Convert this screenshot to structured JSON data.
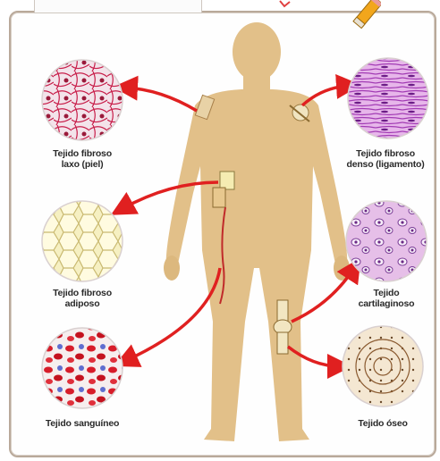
{
  "labels": {
    "loose": [
      "Tejido fibroso",
      "laxo (piel)"
    ],
    "dense": [
      "Tejido fibroso",
      "denso (ligamento)"
    ],
    "adipose": [
      "Tejido fibroso",
      "adiposo"
    ],
    "cartilage": [
      "Tejido",
      "cartilaginoso"
    ],
    "blood": [
      "Tejido sanguíneo"
    ],
    "bone": [
      "Tejido óseo"
    ]
  },
  "colors": {
    "body": "#e2c089",
    "arrow": "#e02020",
    "frame": "#b9a99a"
  }
}
